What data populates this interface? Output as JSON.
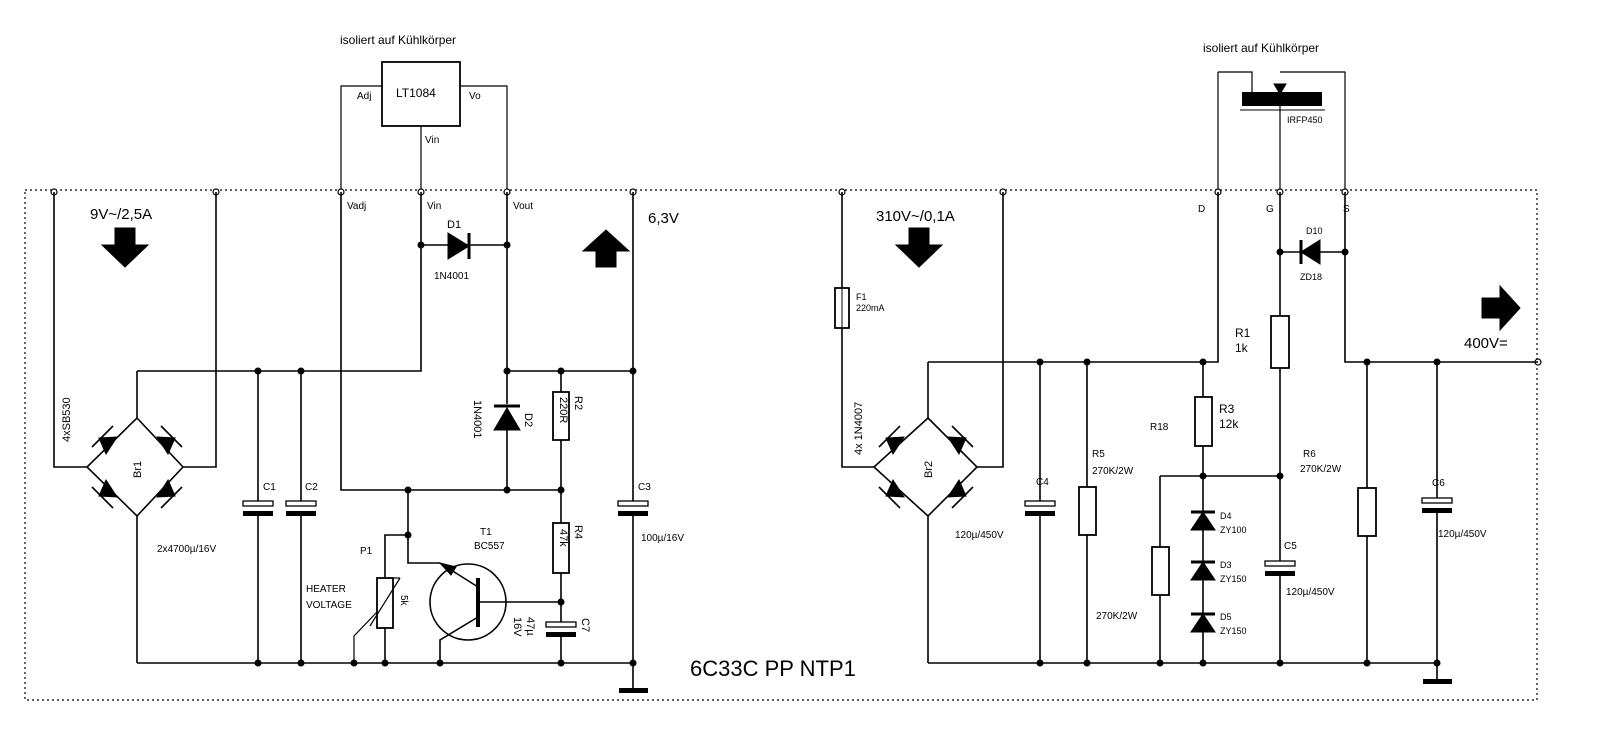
{
  "left": {
    "isolation_note": "isoliert auf Kühlkörper",
    "regulator": {
      "name": "LT1084",
      "pin_adj": "Adj",
      "pin_vo": "Vo",
      "pin_in": "Vin"
    },
    "board_pins": {
      "vadj": "Vadj",
      "vin": "Vin",
      "vout": "Vout"
    },
    "input_label": "9V~/2,5A",
    "output_label": "6,3V",
    "bridge": {
      "name": "Br1",
      "value": "4xSB530"
    },
    "c1": "C1",
    "c2": "C2",
    "c12_value": "2x4700µ/16V",
    "c3": {
      "name": "C3",
      "value": "100µ/16V"
    },
    "d1": {
      "name": "D1",
      "value": "1N4001"
    },
    "d2": {
      "name": "D2",
      "value": "1N4001"
    },
    "r2": {
      "name": "R2",
      "value": "220R"
    },
    "r4": {
      "name": "R4",
      "value": "47k"
    },
    "t1": {
      "name": "T1",
      "value": "BC557"
    },
    "p1": {
      "name": "P1",
      "value": "5k",
      "label_line1": "HEATER",
      "label_line2": "VOLTAGE"
    },
    "c7": {
      "name": "C7",
      "value1": "47µ",
      "value2": "16V"
    }
  },
  "title": "6C33C PP NTP1",
  "right": {
    "isolation_note": "isoliert auf Kühlkörper",
    "mosfet": {
      "name": "IRFP450"
    },
    "board_pins": {
      "d": "D",
      "g": "G",
      "s": "S"
    },
    "input_label": "310V~/0,1A",
    "output_label": "400V=",
    "fuse": {
      "name": "F1",
      "value": "220mA"
    },
    "bridge": {
      "name": "Br2",
      "value": "4x 1N4007"
    },
    "c4": {
      "name": "C4",
      "value": "120µ/450V"
    },
    "r5": {
      "name": "R5",
      "value": "270K/2W"
    },
    "r18": {
      "name": "R18",
      "value": "270K/2W"
    },
    "r3": {
      "name": "R3",
      "value": "12k"
    },
    "r1": {
      "name": "R1",
      "value": "1k"
    },
    "d4": {
      "name": "D4",
      "value": "ZY100"
    },
    "d3": {
      "name": "D3",
      "value": "ZY150"
    },
    "d5": {
      "name": "D5",
      "value": "ZY150"
    },
    "d10": {
      "name": "D10",
      "value": "ZD18"
    },
    "c5": {
      "name": "C5",
      "value": "120µ/450V"
    },
    "r6": {
      "name": "R6",
      "value": "270K/2W"
    },
    "c6": {
      "name": "C6",
      "value": "120µ/450V"
    }
  }
}
